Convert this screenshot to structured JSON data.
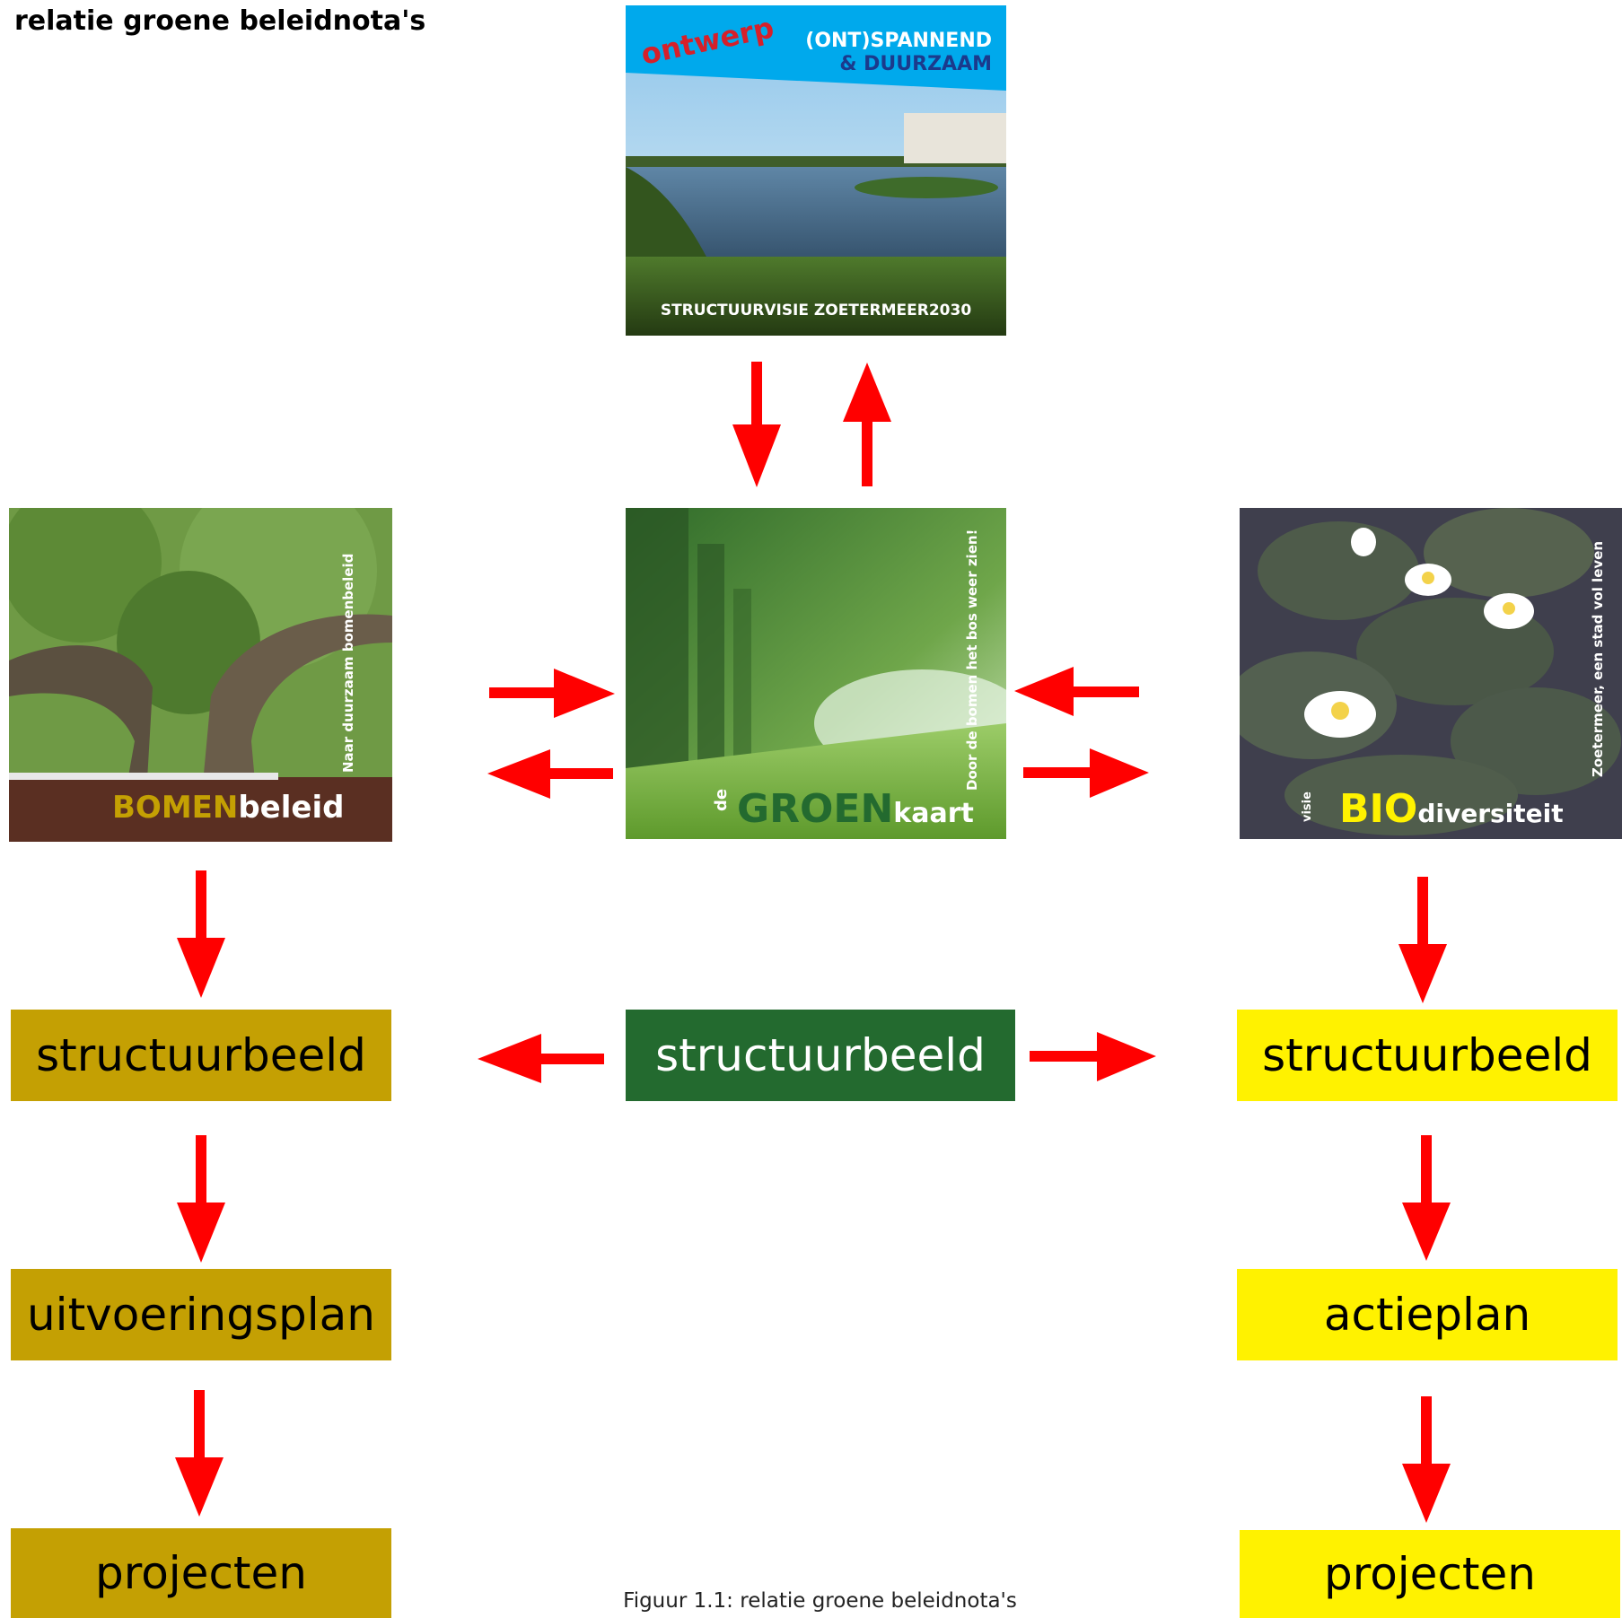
{
  "title": "relatie groene beleidnota's",
  "caption": "Figuur 1.1: relatie groene beleidnota's",
  "colors": {
    "arrow": "#ff0000",
    "olive": "#c4a003",
    "dark_green": "#236a2f",
    "yellow": "#fff200"
  },
  "covers": {
    "structuurvisie": {
      "tag": "ontwerp",
      "slogan_1": "(ONT)SPANNEND",
      "slogan_2": "& DUURZAAM",
      "subtitle": "STRUCTUURVISIE ZOETERMEER2030"
    },
    "groenkaart": {
      "prefix": "de",
      "title_accent": "GROEN",
      "title_rest": "kaart",
      "tagline": "Door de bomen het bos weer zien!"
    },
    "bomenbeleid": {
      "title_accent": "BOMEN",
      "title_rest": "beleid",
      "tagline": "Naar duurzaam bomenbeleid"
    },
    "biodiversiteit": {
      "prefix": "visie",
      "title_accent": "BIO",
      "title_rest": "diversiteit",
      "tagline": "Zoetermeer, een stad vol leven"
    }
  },
  "boxes": {
    "left_structuurbeeld": "structuurbeeld",
    "center_structuurbeeld": "structuurbeeld",
    "right_structuurbeeld": "structuurbeeld",
    "uitvoeringsplan": "uitvoeringsplan",
    "actieplan": "actieplan",
    "left_projecten": "projecten",
    "right_projecten": "projecten"
  }
}
